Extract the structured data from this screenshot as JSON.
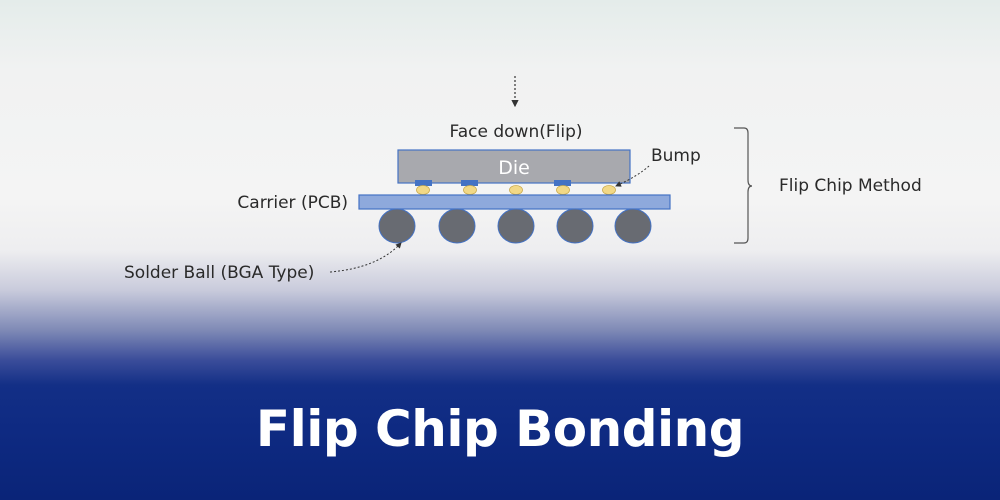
{
  "diagram": {
    "face_down_label": "Face down(Flip)",
    "die_label": "Die",
    "bump_label": "Bump",
    "carrier_label": "Carrier (PCB)",
    "solder_ball_label": "Solder Ball (BGA Type)",
    "method_label": "Flip Chip Method"
  },
  "title": "Flip Chip Bonding",
  "colors": {
    "die": "#a8a9ae",
    "carrier": "#8ea9dc",
    "pad": "#4472c4",
    "bump": "#f2d886",
    "solder_ball": "#686b72",
    "banner": "#0e2a82"
  }
}
